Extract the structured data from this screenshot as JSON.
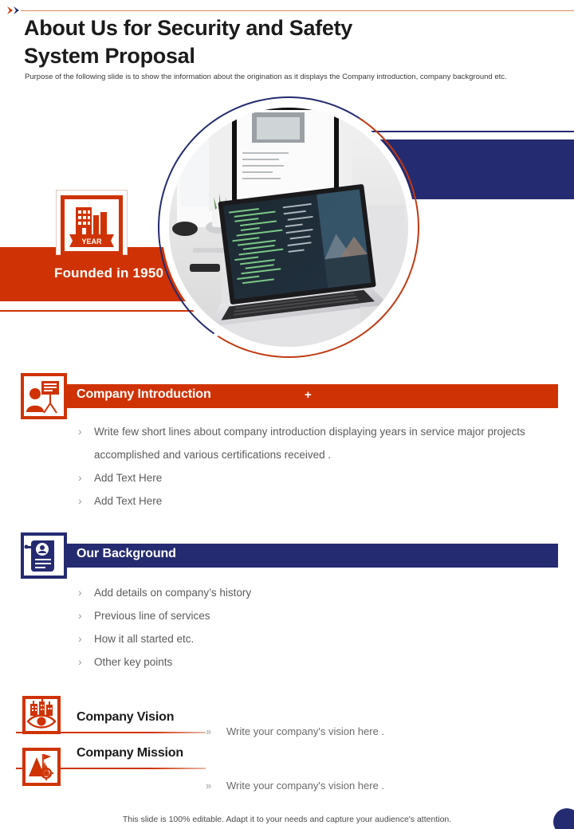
{
  "header": {
    "title_line1": "About Us for Security and Safety",
    "title_line2": "System Proposal",
    "subtitle": "Purpose of the following slide is to show the information about the origination  as it displays the Company introduction, company background etc.",
    "chevron_icon": "double-chevron-right-icon"
  },
  "hero": {
    "badge_label": "Founded in 1950",
    "year_icon": "building-year-ribbon-icon",
    "year_ribbon_text": "YEAR",
    "photo_alt": "laptop-with-code-on-desk-photo"
  },
  "sections": [
    {
      "id": "company-introduction",
      "title": "Company Introduction",
      "plus": "+",
      "icon": "presenter-board-icon",
      "accent": "#cf3305",
      "bullets": [
        "Write few short lines about company introduction displaying years in service major projects accomplished and various certifications received .",
        "Add Text Here",
        "Add Text Here"
      ]
    },
    {
      "id": "our-background",
      "title": "Our Background",
      "icon": "certificate-scroll-icon",
      "accent": "#252b70",
      "bullets": [
        "Add details on company’s history",
        "Previous line of services",
        "How it all started etc.",
        "Other key points"
      ]
    }
  ],
  "vision_mission": [
    {
      "id": "company-vision",
      "title": "Company Vision",
      "icon": "cityscape-eye-icon",
      "text": "Write your company's vision here .",
      "chevron": "»"
    },
    {
      "id": "company-mission",
      "title": "Company Mission",
      "icon": "mountain-flag-target-icon",
      "text": "Write your company's vision here .",
      "chevron": "»"
    }
  ],
  "footer": {
    "note": "This slide is 100% editable. Adapt it to your needs and capture your audience's attention."
  },
  "colors": {
    "orange": "#cf3305",
    "navy": "#252b70",
    "body_text": "#5b5b5b",
    "title_text": "#1b1b1b"
  }
}
